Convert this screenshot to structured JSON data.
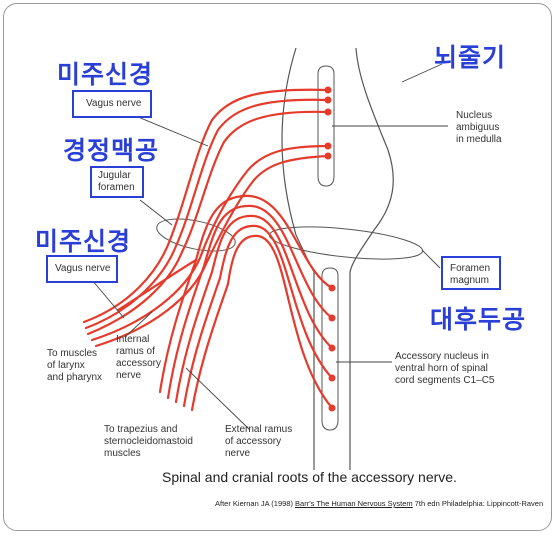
{
  "korean_labels": {
    "vagus_top": "미주신경",
    "brainstem": "뇌줄기",
    "jugular": "경정맥공",
    "vagus_bottom": "미주신경",
    "foramen_magnum": "대후두공"
  },
  "boxed_labels": {
    "vagus_top": "Vagus nerve",
    "jugular_line1": "Jugular",
    "jugular_line2": "foramen",
    "vagus_bottom": "Vagus nerve",
    "magnum_line1": "Foramen",
    "magnum_line2": "magnum"
  },
  "labels": {
    "nucleus_ambiguus": [
      "Nucleus",
      "ambiguus",
      "in medulla"
    ],
    "muscles_larynx": [
      "To muscles",
      "of larynx",
      "and pharynx"
    ],
    "internal_ramus": [
      "Internal",
      "ramus of",
      "accessory",
      "nerve"
    ],
    "accessory_nucleus": [
      "Accessory nucleus in",
      "ventral horn of spinal",
      "cord segments C1–C5"
    ],
    "trapezius": [
      "To trapezius and",
      "sternocleidomastoid",
      "muscles"
    ],
    "external_ramus": [
      "External ramus",
      "of accessory",
      "nerve"
    ]
  },
  "caption": "Spinal and cranial roots of the accessory nerve.",
  "credit": {
    "prefix": "After Kiernan JA (1998) ",
    "book": "Barr's The Human Nervous System",
    "suffix": " 7th edn Philadelphia: Lippincott-Raven"
  },
  "colors": {
    "nerve": "#e53b2c",
    "korean_text": "#2a3fd6",
    "box_border": "#2a3fd6",
    "outline": "#444444"
  }
}
